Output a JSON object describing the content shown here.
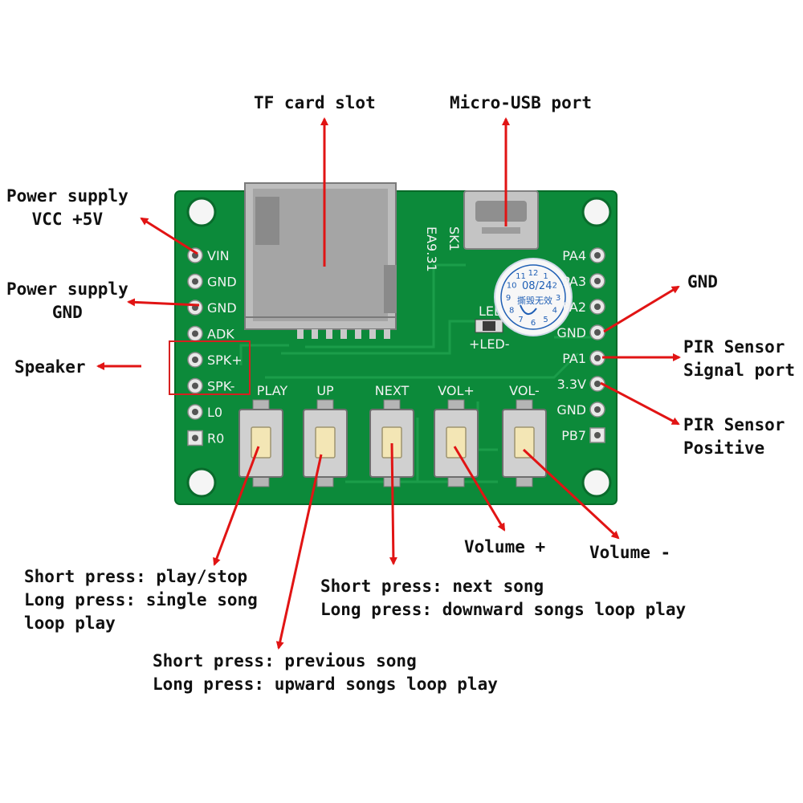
{
  "colors": {
    "pcb": "#0c8a3a",
    "pcb_dark": "#077a30",
    "silkscreen": "#f2f2f2",
    "arrow": "#e11414",
    "metal": "#a9a9a9",
    "button_cap": "#f3e6b5",
    "stamp": "#1f5fb5"
  },
  "callouts": {
    "tf_slot": "TF card slot",
    "usb_port": "Micro-USB port",
    "vcc": [
      "Power supply",
      "VCC +5V"
    ],
    "power_gnd": [
      "Power supply",
      "GND"
    ],
    "speaker": "Speaker",
    "gnd_right": "GND",
    "pir_signal": [
      "PIR Sensor",
      "Signal port"
    ],
    "pir_positive": [
      "PIR Sensor",
      "Positive"
    ],
    "volume_plus": "Volume +",
    "volume_minus": "Volume -",
    "play_desc": [
      "Short press: play/stop",
      "Long press: single song",
      "loop play"
    ],
    "next_desc": [
      "Short press: next song",
      "Long press: downward songs loop play"
    ],
    "prev_desc": [
      "Short press: previous song",
      "Long press: upward songs loop play"
    ]
  },
  "board": {
    "left_pins": [
      "VIN",
      "GND",
      "GND",
      "ADK",
      "SPK+",
      "SPK-",
      "L0",
      "R0"
    ],
    "right_pins": [
      "PA4",
      "PA3",
      "PA2",
      "GND",
      "PA1",
      "3.3V",
      "GND",
      "PB7"
    ],
    "buttons": [
      "PLAY",
      "UP",
      "NEXT",
      "VOL+",
      "VOL-"
    ],
    "model_text": "EA9.31",
    "ref_text": "SK1",
    "led_text": "LED",
    "led_ref": "+LED-",
    "stamp_date": "08/24",
    "stamp_chars": "撕毁无效",
    "stamp_numbers": [
      "12",
      "1",
      "2",
      "3",
      "4",
      "5",
      "6",
      "7",
      "8",
      "9",
      "10",
      "11"
    ]
  }
}
